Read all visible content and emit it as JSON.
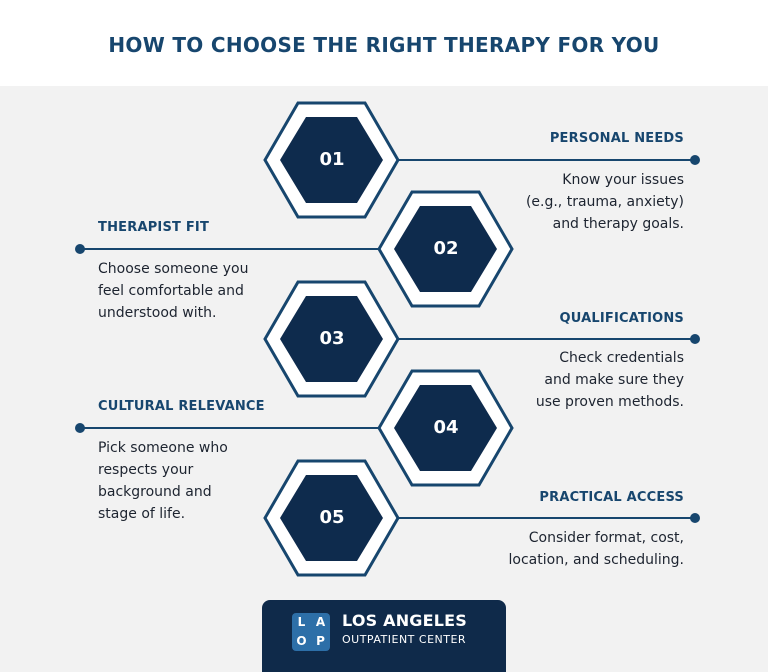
{
  "title": "HOW TO CHOOSE THE RIGHT THERAPY FOR YOU",
  "colors": {
    "navy": "#17466e",
    "hex_fill": "#0e2b4d",
    "background": "#f2f2f2",
    "logo_blue": "#2d6fa8"
  },
  "steps": [
    {
      "number": "01",
      "heading": "PERSONAL NEEDS",
      "lines": [
        "Know your issues",
        "(e.g., trauma, anxiety)",
        "and therapy goals."
      ]
    },
    {
      "number": "02",
      "heading": "THERAPIST FIT",
      "lines": [
        "Choose someone you",
        "feel comfortable and",
        "understood with."
      ]
    },
    {
      "number": "03",
      "heading": "QUALIFICATIONS",
      "lines": [
        "Check credentials",
        "and make sure they",
        "use proven methods."
      ]
    },
    {
      "number": "04",
      "heading": "CULTURAL RELEVANCE",
      "lines": [
        "Pick someone who",
        "respects your",
        "background and",
        "stage of life."
      ]
    },
    {
      "number": "05",
      "heading": "PRACTICAL ACCESS",
      "lines": [
        "Consider format, cost,",
        "location, and scheduling."
      ]
    }
  ],
  "logo": {
    "mark_letters": [
      "L",
      "A",
      "O",
      "P"
    ],
    "name": "LOS ANGELES",
    "subtitle": "OUTPATIENT CENTER"
  }
}
